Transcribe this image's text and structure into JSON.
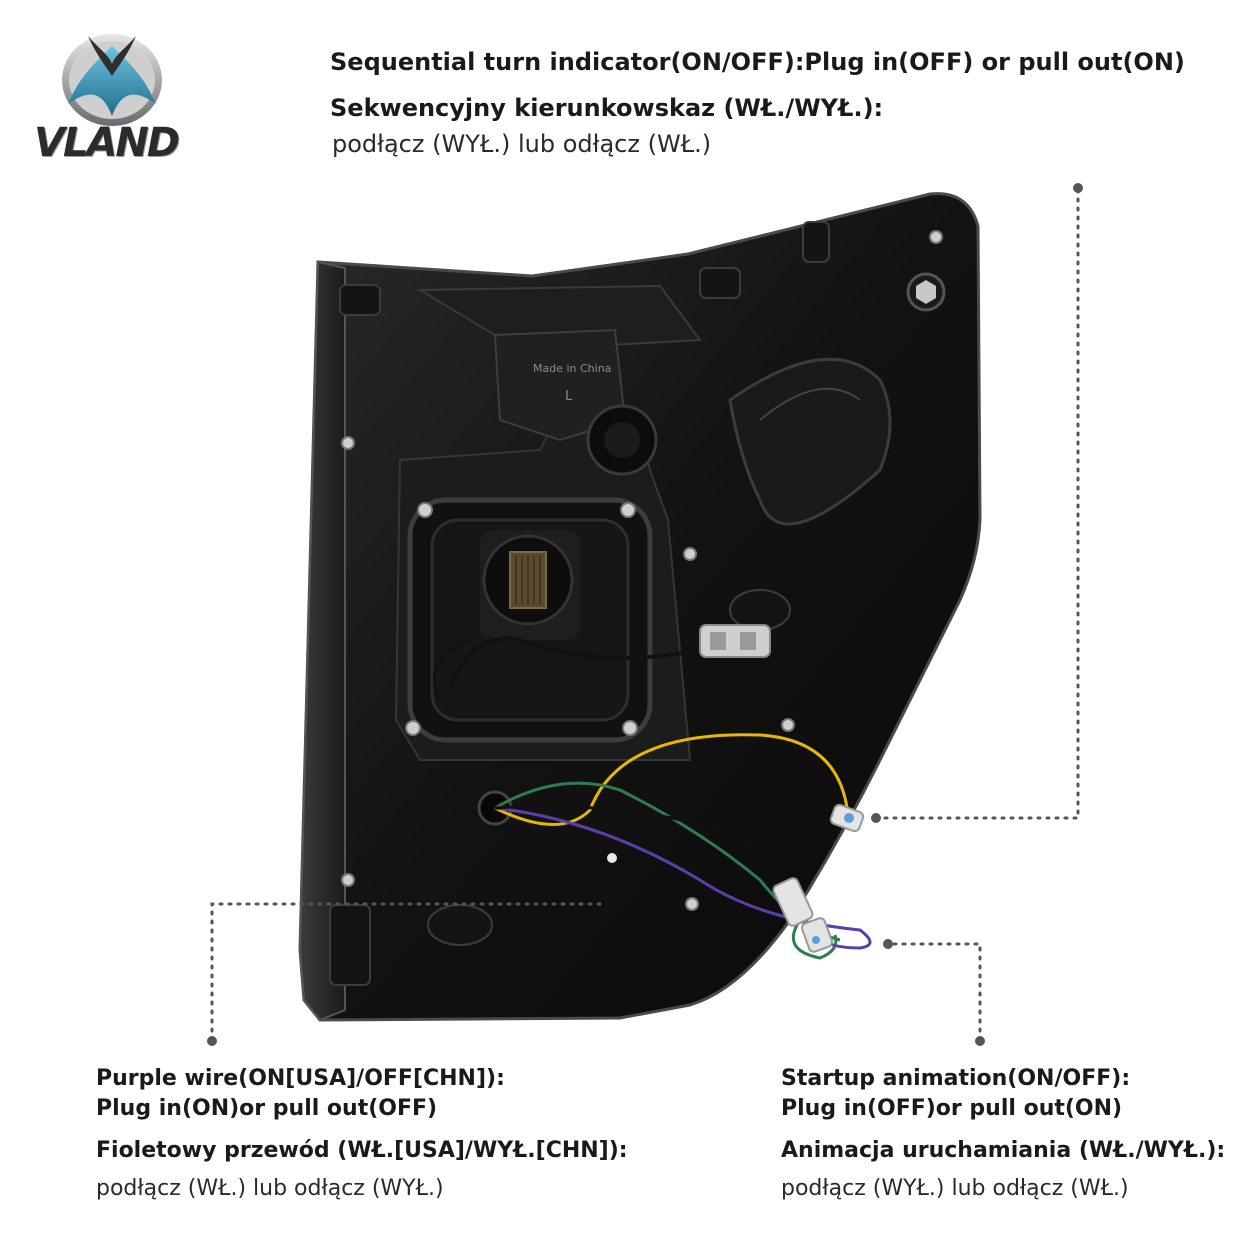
{
  "brand": {
    "name": "VLAND"
  },
  "product_marking": {
    "origin": "Made in China",
    "side": "L"
  },
  "callouts": {
    "sequential": {
      "en": "Sequential turn indicator(ON/OFF):Plug in(OFF) or pull out(ON)",
      "pl_title": "Sekwencyjny kierunkowskaz (WŁ./WYŁ.):",
      "pl_desc": "podłącz (WYŁ.) lub odłącz (WŁ.)"
    },
    "purple_wire": {
      "en_line1": "Purple wire(ON[USA]/OFF[CHN]):",
      "en_line2": "Plug in(ON)or pull out(OFF)",
      "pl_title": "Fioletowy przewód (WŁ.[USA]/WYŁ.[CHN]):",
      "pl_desc": "podłącz (WŁ.) lub odłącz (WYŁ.)"
    },
    "startup": {
      "en_line1": "Startup animation(ON/OFF):",
      "en_line2": "Plug in(OFF)or pull out(ON)",
      "pl_title": "Animacja uruchamiania (WŁ./WYŁ.):",
      "pl_desc": "podłącz (WYŁ.) lub odłącz (WŁ.)"
    }
  },
  "colors": {
    "housing": "#151515",
    "housing_edge": "#3a3a3a",
    "wire_yellow": "#e6b800",
    "wire_green": "#2e7d4f",
    "wire_purple": "#5b3fa8",
    "wire_black": "#111111",
    "leader": "#555555",
    "logo_blue": "#1f7fa3"
  },
  "icons": {
    "logo": "vland-wing-logo-icon"
  }
}
